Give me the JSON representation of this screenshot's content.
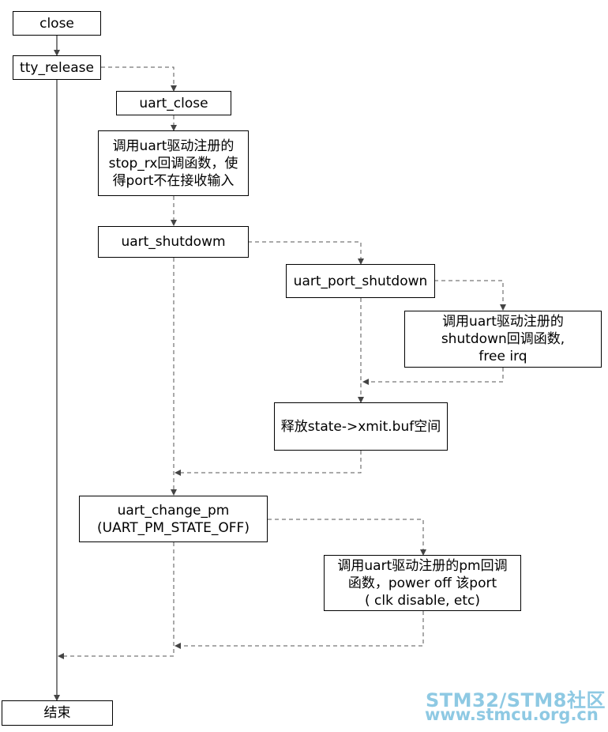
{
  "nodes": {
    "close": [
      "close"
    ],
    "tty_release": [
      "tty_release"
    ],
    "uart_close": [
      "uart_close"
    ],
    "stop_rx": [
      "调用uart驱动注册的",
      "stop_rx回调函数，使",
      "得port不在接收输入"
    ],
    "uart_shutdown": [
      "uart_shutdowm"
    ],
    "uart_port_shutdown": [
      "uart_port_shutdown"
    ],
    "shutdown_cb": [
      "调用uart驱动注册的",
      "shutdown回调函数,",
      "free irq"
    ],
    "free_buf": [
      "释放state->xmit.buf空间"
    ],
    "change_pm": [
      "uart_change_pm",
      "(UART_PM_STATE_OFF)"
    ],
    "pm_cb": [
      "调用uart驱动注册的pm回调",
      "函数，power off 该port",
      "( clk disable, etc)"
    ],
    "end": [
      "结束"
    ]
  },
  "watermark": {
    "line1": "STM32/STM8社区",
    "line2": "www.stmcu.org.cn",
    "color": "#8ec9e3"
  },
  "colors": {
    "line": "#000000",
    "dashed": "#555555"
  }
}
